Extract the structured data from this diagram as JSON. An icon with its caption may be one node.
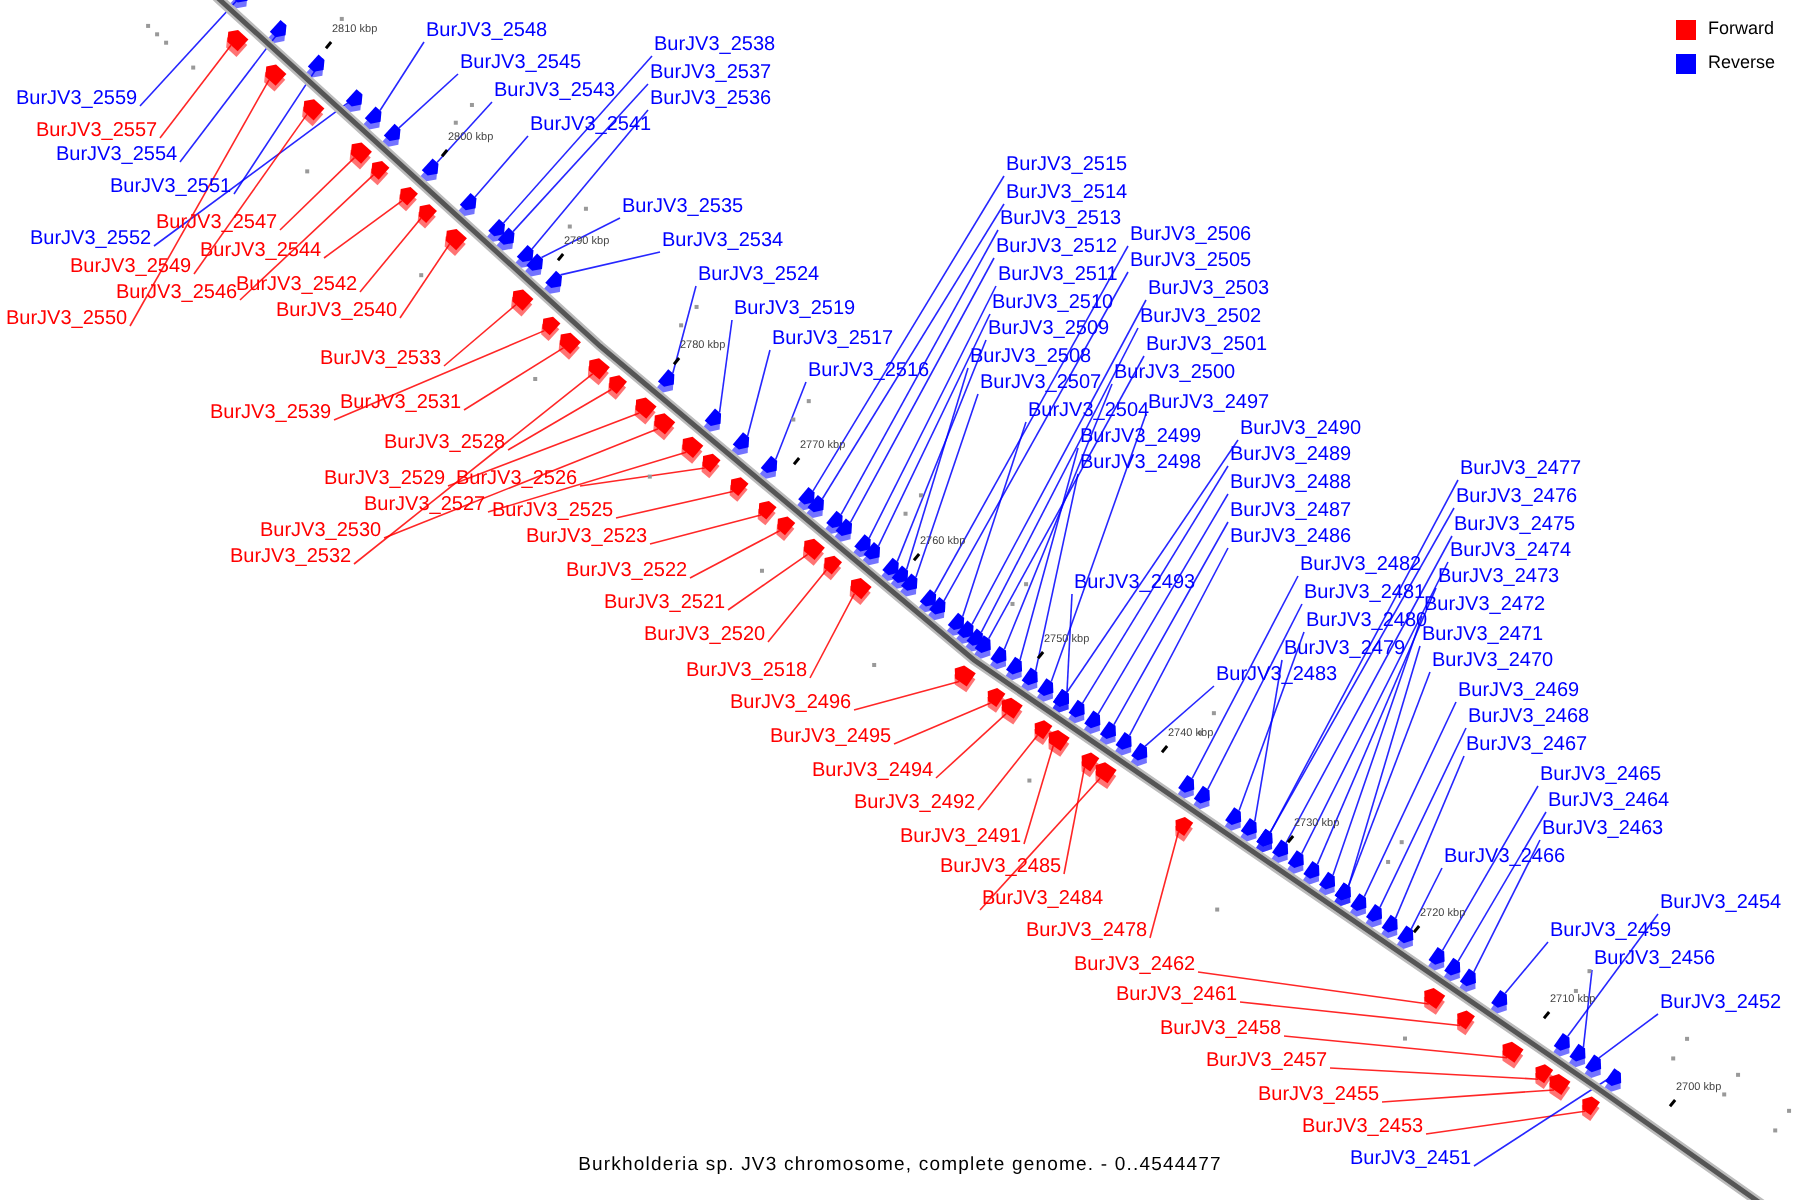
{
  "diagram": {
    "caption": "Burkholderia sp. JV3 chromosome, complete genome. - 0..4544477",
    "nodes": [
      {
        "text": [
          "BurJV3_2559"
        ]
      },
      {
        "text": [
          "BurJV3_2557"
        ]
      },
      {
        "text": [
          "BurJV3_2554"
        ]
      },
      {
        "text": [
          "BurJV3_2551"
        ]
      },
      {
        "text": [
          "BurJV3_2552"
        ]
      },
      {
        "text": [
          "BurJV3_2547"
        ]
      },
      {
        "text": [
          "BurJV3_2544"
        ]
      },
      {
        "text": [
          "BurJV3_2549"
        ]
      },
      {
        "text": [
          "BurJV3_2546"
        ]
      },
      {
        "text": [
          "BurJV3_2550"
        ]
      },
      {
        "text": [
          "BurJV3_2542"
        ]
      },
      {
        "text": [
          "BurJV3_2540"
        ]
      },
      {
        "text": [
          "BurJV3_2548"
        ]
      },
      {
        "text": [
          "BurJV3_2545"
        ]
      },
      {
        "text": [
          "BurJV3_2543"
        ]
      },
      {
        "text": [
          "BurJV3_2541"
        ]
      },
      {
        "text": [
          "BurJV3_2538"
        ]
      },
      {
        "text": [
          "BurJV3_2537"
        ]
      },
      {
        "text": [
          "BurJV3_2536"
        ]
      },
      {
        "text": [
          "BurJV3_2535"
        ]
      },
      {
        "text": [
          "BurJV3_2534"
        ]
      },
      {
        "text": [
          "BurJV3_2524"
        ]
      },
      {
        "text": [
          "BurJV3_2519"
        ]
      },
      {
        "text": [
          "BurJV3_2517"
        ]
      },
      {
        "text": [
          "BurJV3_2516"
        ]
      },
      {
        "text": [
          "BurJV3_2533"
        ]
      },
      {
        "text": [
          "BurJV3_2539"
        ]
      },
      {
        "text": [
          "BurJV3_2531"
        ]
      },
      {
        "text": [
          "BurJV3_2528"
        ]
      },
      {
        "text": [
          "BurJV3_2529"
        ]
      },
      {
        "text": [
          "BurJV3_2526"
        ]
      },
      {
        "text": [
          "BurJV3_2527"
        ]
      },
      {
        "text": [
          "BurJV3_2525"
        ]
      },
      {
        "text": [
          "BurJV3_2530"
        ]
      },
      {
        "text": [
          "BurJV3_2523"
        ]
      },
      {
        "text": [
          "BurJV3_2532"
        ]
      },
      {
        "text": [
          "BurJV3_2522"
        ]
      },
      {
        "text": [
          "BurJV3_2521"
        ]
      },
      {
        "text": [
          "BurJV3_2520"
        ]
      },
      {
        "text": [
          "BurJV3_2518"
        ]
      },
      {
        "text": [
          "BurJV3_2515"
        ]
      },
      {
        "text": [
          "BurJV3_2514"
        ]
      },
      {
        "text": [
          "BurJV3_2513"
        ]
      },
      {
        "text": [
          "BurJV3_2512"
        ]
      },
      {
        "text": [
          "BurJV3_2511"
        ]
      },
      {
        "text": [
          "BurJV3_2510"
        ]
      },
      {
        "text": [
          "BurJV3_2509"
        ]
      },
      {
        "text": [
          "BurJV3_2508"
        ]
      },
      {
        "text": [
          "BurJV3_2507"
        ]
      },
      {
        "text": [
          "BurJV3_2506"
        ]
      },
      {
        "text": [
          "BurJV3_2505"
        ]
      },
      {
        "text": [
          "BurJV3_2504"
        ]
      },
      {
        "text": [
          "BurJV3_2503"
        ]
      },
      {
        "text": [
          "BurJV3_2502"
        ]
      },
      {
        "text": [
          "BurJV3_2501"
        ]
      },
      {
        "text": [
          "BurJV3_2500"
        ]
      },
      {
        "text": [
          "BurJV3_2499"
        ]
      },
      {
        "text": [
          "BurJV3_2498"
        ]
      },
      {
        "text": [
          "BurJV3_2497"
        ]
      },
      {
        "text": [
          "BurJV3_2490"
        ]
      },
      {
        "text": [
          "BurJV3_2489"
        ]
      },
      {
        "text": [
          "BurJV3_2488"
        ]
      },
      {
        "text": [
          "BurJV3_2487"
        ]
      },
      {
        "text": [
          "BurJV3_2486"
        ]
      },
      {
        "text": [
          "BurJV3_2493"
        ]
      },
      {
        "text": [
          "BurJV3_2483"
        ]
      },
      {
        "text": [
          "BurJV3_2482"
        ]
      },
      {
        "text": [
          "BurJV3_2481"
        ]
      },
      {
        "text": [
          "BurJV3_2480"
        ]
      },
      {
        "text": [
          "BurJV3_2479"
        ]
      },
      {
        "text": [
          "BurJV3_2477"
        ]
      },
      {
        "text": [
          "BurJV3_2476"
        ]
      },
      {
        "text": [
          "BurJV3_2475"
        ]
      },
      {
        "text": [
          "BurJV3_2474"
        ]
      },
      {
        "text": [
          "BurJV3_2473"
        ]
      },
      {
        "text": [
          "BurJV3_2472"
        ]
      },
      {
        "text": [
          "BurJV3_2471"
        ]
      },
      {
        "text": [
          "BurJV3_2470"
        ]
      },
      {
        "text": [
          "BurJV3_2469"
        ]
      },
      {
        "text": [
          "BurJV3_2468"
        ]
      },
      {
        "text": [
          "BurJV3_2467"
        ]
      },
      {
        "text": [
          "BurJV3_2466"
        ]
      },
      {
        "text": [
          "BurJV3_2465"
        ]
      },
      {
        "text": [
          "BurJV3_2464"
        ]
      },
      {
        "text": [
          "BurJV3_2463"
        ]
      },
      {
        "text": [
          "BurJV3_2459"
        ]
      },
      {
        "text": [
          "BurJV3_2454"
        ]
      },
      {
        "text": [
          "BurJV3_2456"
        ]
      },
      {
        "text": [
          "BurJV3_2452"
        ]
      },
      {
        "text": [
          "BurJV3_2496"
        ]
      },
      {
        "text": [
          "BurJV3_2495"
        ]
      },
      {
        "text": [
          "BurJV3_2494"
        ]
      },
      {
        "text": [
          "BurJV3_2492"
        ]
      },
      {
        "text": [
          "BurJV3_2491"
        ]
      },
      {
        "text": [
          "BurJV3_2485"
        ]
      },
      {
        "text": [
          "BurJV3_2484"
        ]
      },
      {
        "text": [
          "BurJV3_2478"
        ]
      },
      {
        "text": [
          "BurJV3_2462"
        ]
      },
      {
        "text": [
          "BurJV3_2461"
        ]
      },
      {
        "text": [
          "BurJV3_2458"
        ]
      },
      {
        "text": [
          "BurJV3_2457"
        ]
      },
      {
        "text": [
          "BurJV3_2455"
        ]
      },
      {
        "text": [
          "BurJV3_2453"
        ]
      },
      {
        "text": [
          "BurJV3_2451"
        ]
      },
      {
        "text": [],
        "shape": "box"
      },
      {
        "text": [],
        "shape": "box"
      },
      {
        "text": [],
        "shape": "box"
      },
      {
        "text": [],
        "shape": "box"
      },
      {
        "text": [],
        "shape": "box"
      },
      {
        "text": [],
        "shape": "box"
      },
      {
        "text": [],
        "shape": "box"
      },
      {
        "text": [],
        "shape": "box"
      },
      {
        "text": [],
        "shape": "box"
      },
      {
        "text": [],
        "shape": "box"
      },
      {
        "text": [],
        "shape": "box"
      },
      {
        "text": [],
        "shape": "box"
      },
      {
        "text": [],
        "shape": "box"
      },
      {
        "text": [],
        "shape": "box"
      },
      {
        "text": [],
        "shape": "box"
      },
      {
        "text": [],
        "shape": "box"
      },
      {
        "text": [],
        "shape": "box"
      },
      {
        "text": [],
        "shape": "box"
      },
      {
        "text": [],
        "shape": "box"
      },
      {
        "text": [],
        "shape": "box"
      },
      {
        "text": [],
        "shape": "box"
      },
      {
        "text": [],
        "shape": "box"
      },
      {
        "text": [],
        "shape": "box"
      },
      {
        "text": [],
        "shape": "box"
      },
      {
        "text": [],
        "shape": "box"
      },
      {
        "text": [],
        "shape": "box"
      },
      {
        "text": [],
        "shape": "box"
      },
      {
        "text": [],
        "shape": "box"
      },
      {
        "text": [],
        "shape": "box"
      },
      {
        "text": [],
        "shape": "box"
      },
      {
        "text": [],
        "shape": "box"
      },
      {
        "text": [],
        "shape": "box"
      },
      {
        "text": [],
        "shape": "box"
      },
      {
        "text": [],
        "shape": "box"
      },
      {
        "text": [],
        "shape": "box"
      },
      {
        "text": [],
        "shape": "box"
      },
      {
        "text": [],
        "shape": "box"
      },
      {
        "text": [],
        "shape": "box"
      },
      {
        "text": [],
        "shape": "box"
      },
      {
        "text": [],
        "shape": "box"
      },
      {
        "text": [],
        "shape": "box"
      },
      {
        "text": [],
        "shape": "box"
      },
      {
        "text": [],
        "shape": "box"
      },
      {
        "text": [],
        "shape": "box"
      },
      {
        "text": [],
        "shape": "box"
      },
      {
        "text": [],
        "shape": "box"
      },
      {
        "text": [],
        "shape": "box"
      },
      {
        "text": [],
        "shape": "box"
      },
      {
        "text": [],
        "shape": "box"
      },
      {
        "text": [],
        "shape": "box"
      },
      {
        "text": [],
        "shape": "box"
      },
      {
        "text": [],
        "shape": "box"
      },
      {
        "text": [],
        "shape": "box"
      },
      {
        "text": [],
        "shape": "box"
      },
      {
        "text": [],
        "shape": "box"
      },
      {
        "text": [],
        "shape": "box"
      },
      {
        "text": [],
        "shape": "box"
      },
      {
        "text": [],
        "shape": "box"
      },
      {
        "text": [],
        "shape": "box"
      },
      {
        "text": [],
        "shape": "box"
      },
      {
        "text": [],
        "shape": "box"
      },
      {
        "text": [],
        "shape": "box"
      },
      {
        "text": [],
        "shape": "box"
      },
      {
        "text": [],
        "shape": "box"
      },
      {
        "text": [],
        "shape": "box"
      },
      {
        "text": [],
        "shape": "box"
      },
      {
        "text": [],
        "shape": "box"
      },
      {
        "text": [],
        "shape": "box"
      },
      {
        "text": [],
        "shape": "box"
      },
      {
        "text": [],
        "shape": "box"
      },
      {
        "text": [],
        "shape": "box"
      },
      {
        "text": [],
        "shape": "box"
      },
      {
        "text": [],
        "shape": "box"
      },
      {
        "text": [],
        "shape": "box"
      },
      {
        "text": [],
        "shape": "box"
      },
      {
        "text": [],
        "shape": "box"
      },
      {
        "text": [],
        "shape": "box"
      },
      {
        "text": [],
        "shape": "box"
      },
      {
        "text": [],
        "shape": "box"
      },
      {
        "text": [],
        "shape": "box"
      },
      {
        "text": [],
        "shape": "box"
      },
      {
        "text": [],
        "shape": "box"
      },
      {
        "text": [],
        "shape": "box"
      },
      {
        "text": [],
        "shape": "box"
      },
      {
        "text": [],
        "shape": "box"
      },
      {
        "text": [],
        "shape": "box"
      },
      {
        "text": [],
        "shape": "box"
      },
      {
        "text": [],
        "shape": "box"
      },
      {
        "text": [],
        "shape": "box"
      },
      {
        "text": [],
        "shape": "box"
      },
      {
        "text": [],
        "shape": "box"
      },
      {
        "text": [],
        "shape": "box"
      },
      {
        "text": [],
        "shape": "box"
      },
      {
        "text": [],
        "shape": "box"
      },
      {
        "text": [],
        "shape": "box"
      },
      {
        "text": [],
        "shape": "box"
      },
      {
        "text": [],
        "shape": "box"
      },
      {
        "text": [],
        "shape": "box"
      },
      {
        "text": [],
        "shape": "box"
      },
      {
        "text": [],
        "shape": "box"
      },
      {
        "text": [],
        "shape": "box"
      },
      {
        "text": [],
        "shape": "box"
      },
      {
        "text": [],
        "shape": "box"
      },
      {
        "text": [],
        "shape": "box"
      }
    ],
    "edges": [
      {
        "from": 0,
        "to": 104,
        "arrow": "none"
      },
      {
        "from": 1,
        "to": 105,
        "arrow": "none",
        "color": "#ff0000"
      },
      {
        "from": 2,
        "to": 106,
        "arrow": "none"
      },
      {
        "from": 3,
        "to": 107,
        "arrow": "none"
      },
      {
        "from": 4,
        "to": 108,
        "arrow": "none"
      },
      {
        "from": 5,
        "to": 109,
        "arrow": "none",
        "color": "#ff0000"
      },
      {
        "from": 6,
        "to": 110,
        "arrow": "none",
        "color": "#ff0000"
      },
      {
        "from": 7,
        "to": 111,
        "arrow": "none",
        "color": "#ff0000"
      },
      {
        "from": 8,
        "to": 112,
        "arrow": "none",
        "color": "#ff0000"
      },
      {
        "from": 9,
        "to": 113,
        "arrow": "none",
        "color": "#ff0000"
      },
      {
        "from": 10,
        "to": 114,
        "arrow": "none",
        "color": "#ff0000"
      },
      {
        "from": 11,
        "to": 115,
        "arrow": "none",
        "color": "#ff0000"
      },
      {
        "from": 12,
        "to": 116,
        "arrow": "none"
      },
      {
        "from": 13,
        "to": 117,
        "arrow": "none"
      },
      {
        "from": 14,
        "to": 118,
        "arrow": "none"
      },
      {
        "from": 15,
        "to": 119,
        "arrow": "none"
      },
      {
        "from": 16,
        "to": 120,
        "arrow": "none"
      },
      {
        "from": 17,
        "to": 121,
        "arrow": "none"
      },
      {
        "from": 18,
        "to": 122,
        "arrow": "none"
      },
      {
        "from": 19,
        "to": 123,
        "arrow": "none"
      },
      {
        "from": 20,
        "to": 124,
        "arrow": "none"
      },
      {
        "from": 21,
        "to": 125,
        "arrow": "none"
      },
      {
        "from": 22,
        "to": 126,
        "arrow": "none"
      },
      {
        "from": 23,
        "to": 127,
        "arrow": "none"
      },
      {
        "from": 24,
        "to": 128,
        "arrow": "none"
      },
      {
        "from": 25,
        "to": 129,
        "arrow": "none",
        "color": "#ff0000"
      },
      {
        "from": 26,
        "to": 130,
        "arrow": "none",
        "color": "#ff0000"
      },
      {
        "from": 27,
        "to": 131,
        "arrow": "none",
        "color": "#ff0000"
      },
      {
        "from": 28,
        "to": 132,
        "arrow": "none",
        "color": "#ff0000"
      },
      {
        "from": 29,
        "to": 133,
        "arrow": "none",
        "color": "#ff0000"
      },
      {
        "from": 30,
        "to": 134,
        "arrow": "none",
        "color": "#ff0000"
      },
      {
        "from": 31,
        "to": 135,
        "arrow": "none",
        "color": "#ff0000"
      },
      {
        "from": 32,
        "to": 136,
        "arrow": "none",
        "color": "#ff0000"
      },
      {
        "from": 33,
        "to": 137,
        "arrow": "none",
        "color": "#ff0000"
      },
      {
        "from": 34,
        "to": 138,
        "arrow": "none",
        "color": "#ff0000"
      },
      {
        "from": 35,
        "to": 139,
        "arrow": "none",
        "color": "#ff0000"
      },
      {
        "from": 36,
        "to": 140,
        "arrow": "none",
        "color": "#ff0000"
      },
      {
        "from": 37,
        "to": 141,
        "arrow": "none",
        "color": "#ff0000"
      },
      {
        "from": 38,
        "to": 142,
        "arrow": "none",
        "color": "#ff0000"
      },
      {
        "from": 39,
        "to": 143,
        "arrow": "none",
        "color": "#ff0000"
      },
      {
        "from": 40,
        "to": 144,
        "arrow": "none"
      },
      {
        "from": 41,
        "to": 145,
        "arrow": "none"
      },
      {
        "from": 42,
        "to": 146,
        "arrow": "none"
      },
      {
        "from": 43,
        "to": 147,
        "arrow": "none"
      },
      {
        "from": 44,
        "to": 148,
        "arrow": "none"
      },
      {
        "from": 45,
        "to": 149,
        "arrow": "none"
      },
      {
        "from": 46,
        "to": 150,
        "arrow": "none"
      },
      {
        "from": 47,
        "to": 151,
        "arrow": "none"
      },
      {
        "from": 48,
        "to": 152,
        "arrow": "none"
      },
      {
        "from": 49,
        "to": 153,
        "arrow": "none"
      },
      {
        "from": 50,
        "to": 154,
        "arrow": "none"
      },
      {
        "from": 51,
        "to": 155,
        "arrow": "none"
      },
      {
        "from": 52,
        "to": 156,
        "arrow": "none"
      },
      {
        "from": 53,
        "to": 157,
        "arrow": "none"
      },
      {
        "from": 54,
        "to": 158,
        "arrow": "none"
      },
      {
        "from": 55,
        "to": 159,
        "arrow": "none"
      },
      {
        "from": 56,
        "to": 160,
        "arrow": "none"
      },
      {
        "from": 57,
        "to": 161,
        "arrow": "none"
      },
      {
        "from": 58,
        "to": 162,
        "arrow": "none"
      },
      {
        "from": 59,
        "to": 163,
        "arrow": "none"
      },
      {
        "from": 60,
        "to": 164,
        "arrow": "none"
      },
      {
        "from": 61,
        "to": 165,
        "arrow": "none"
      },
      {
        "from": 62,
        "to": 166,
        "arrow": "none"
      },
      {
        "from": 63,
        "to": 167,
        "arrow": "none"
      },
      {
        "from": 64,
        "to": 168,
        "arrow": "none"
      },
      {
        "from": 65,
        "to": 169,
        "arrow": "none"
      },
      {
        "from": 66,
        "to": 170,
        "arrow": "none"
      },
      {
        "from": 67,
        "to": 171,
        "arrow": "none"
      },
      {
        "from": 68,
        "to": 172,
        "arrow": "none"
      },
      {
        "from": 69,
        "to": 173,
        "arrow": "none"
      },
      {
        "from": 70,
        "to": 174,
        "arrow": "none"
      },
      {
        "from": 71,
        "to": 175,
        "arrow": "none"
      },
      {
        "from": 72,
        "to": 176,
        "arrow": "none"
      },
      {
        "from": 73,
        "to": 177,
        "arrow": "none"
      },
      {
        "from": 74,
        "to": 178,
        "arrow": "none"
      },
      {
        "from": 75,
        "to": 179,
        "arrow": "none"
      },
      {
        "from": 76,
        "to": 180,
        "arrow": "none"
      },
      {
        "from": 77,
        "to": 181,
        "arrow": "none"
      },
      {
        "from": 78,
        "to": 182,
        "arrow": "none"
      },
      {
        "from": 79,
        "to": 183,
        "arrow": "none"
      },
      {
        "from": 80,
        "to": 184,
        "arrow": "none"
      },
      {
        "from": 81,
        "to": 185,
        "arrow": "none"
      },
      {
        "from": 82,
        "to": 186,
        "arrow": "none"
      },
      {
        "from": 83,
        "to": 187,
        "arrow": "none"
      },
      {
        "from": 84,
        "to": 188,
        "arrow": "none"
      },
      {
        "from": 85,
        "to": 189,
        "arrow": "none"
      },
      {
        "from": 86,
        "to": 190,
        "arrow": "none"
      },
      {
        "from": 87,
        "to": 191,
        "arrow": "none"
      },
      {
        "from": 88,
        "to": 192,
        "arrow": "none"
      },
      {
        "from": 89,
        "to": 193,
        "arrow": "none",
        "color": "#ff0000"
      },
      {
        "from": 90,
        "to": 194,
        "arrow": "none",
        "color": "#ff0000"
      },
      {
        "from": 91,
        "to": 195,
        "arrow": "none",
        "color": "#ff0000"
      },
      {
        "from": 92,
        "to": 196,
        "arrow": "none",
        "color": "#ff0000"
      },
      {
        "from": 93,
        "to": 197,
        "arrow": "none",
        "color": "#ff0000"
      },
      {
        "from": 94,
        "to": 198,
        "arrow": "none",
        "color": "#ff0000"
      },
      {
        "from": 95,
        "to": 199,
        "arrow": "none",
        "color": "#ff0000"
      },
      {
        "from": 96,
        "to": 200,
        "arrow": "none",
        "color": "#ff0000"
      },
      {
        "from": 97,
        "to": 201,
        "arrow": "none",
        "color": "#ff0000"
      },
      {
        "from": 98,
        "to": 202,
        "arrow": "none",
        "color": "#ff0000"
      },
      {
        "from": 99,
        "to": 203,
        "arrow": "none",
        "color": "#ff0000"
      },
      {
        "from": 100,
        "to": 204,
        "arrow": "none",
        "color": "#ff0000"
      },
      {
        "from": 101,
        "to": 205,
        "arrow": "none",
        "color": "#ff0000"
      },
      {
        "from": 102,
        "to": 206,
        "arrow": "none",
        "color": "#ff0000"
      },
      {
        "from": 103,
        "to": 207,
        "arrow": "none"
      }
    ],
    "labels": [
      "2810 kbp",
      "2800 kbp",
      "2790 kbp",
      "2780 kbp",
      "2770 kbp",
      "2760 kbp",
      "2750 kbp",
      "2740 kbp",
      "2730 kbp",
      "2720 kbp",
      "2710 kbp",
      "2700 kbp"
    ],
    "legend": [
      {
        "text": "Forward",
        "color": "#ff0000"
      },
      {
        "text": "Reverse",
        "color": "#0000ff"
      }
    ]
  }
}
